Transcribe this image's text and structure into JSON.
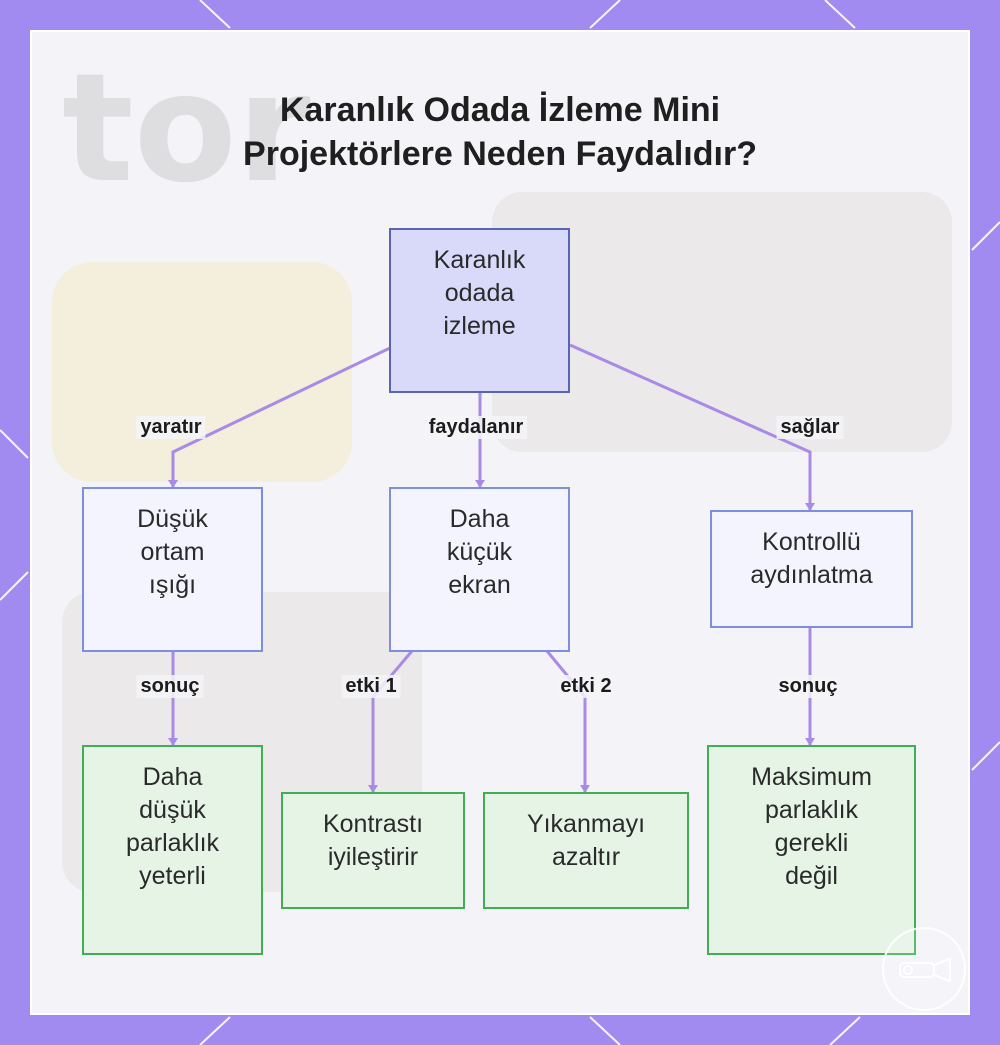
{
  "title": {
    "line1": "Karanlık Odada İzleme Mini",
    "line2": "Projektörlere Neden Faydalıdır?"
  },
  "nodes": {
    "root": [
      "Karanlık",
      "odada",
      "izleme"
    ],
    "low_light": [
      "Düşük",
      "ortam",
      "ışığı"
    ],
    "smaller_screen": [
      "Daha",
      "küçük",
      "ekran"
    ],
    "controlled_lighting": [
      "Kontrollü",
      "aydınlatma"
    ],
    "lower_brightness": [
      "Daha",
      "düşük",
      "parlaklık",
      "yeterli"
    ],
    "improves_contrast": [
      "Kontrastı",
      "iyileştirir"
    ],
    "reduces_washout": [
      "Yıkanmayı",
      "azaltır"
    ],
    "max_brightness": [
      "Maksimum",
      "parlaklık",
      "gerekli",
      "değil"
    ]
  },
  "edges": {
    "creates": "yaratır",
    "benefits": "faydalanır",
    "provides": "sağlar",
    "result_left": "sonuç",
    "effect1": "etki 1",
    "effect2": "etki 2",
    "result_right": "sonuç"
  },
  "colors": {
    "frame": "#a28bf0",
    "edge": "#a98ae6",
    "root_fill": "#d9d9fa",
    "mid_fill": "#f3f4fd",
    "leaf_fill": "#e6f4e6",
    "leaf_border": "#3fae55"
  },
  "logo_icon": "projector-icon"
}
